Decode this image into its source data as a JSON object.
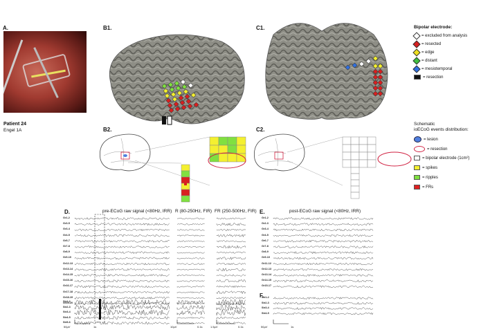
{
  "panels": {
    "A": "A.",
    "B1": "B1.",
    "C1": "C1.",
    "B2": "B2.",
    "C2": "C2.",
    "D": "D.",
    "E": "E.",
    "F": "F."
  },
  "patient": {
    "name": "Patient 24",
    "outcome": "Engel 1A"
  },
  "legend_bipolar": {
    "title": "Bipolar electrode:",
    "items": [
      {
        "label": "= excluded from analysis",
        "color": "#ffffff"
      },
      {
        "label": "= resected",
        "color": "#d82020"
      },
      {
        "label": "= edge",
        "color": "#f0e020"
      },
      {
        "label": "= distant",
        "color": "#40c040"
      },
      {
        "label": "= mesiotemporal",
        "color": "#3070e0"
      },
      {
        "label": "= resection",
        "color": "#111111"
      }
    ]
  },
  "legend_schematic": {
    "title1": "Schematic",
    "title2": "ioECoG events distribution:",
    "items": [
      {
        "label": "= lesion",
        "kind": "ellipse-blue"
      },
      {
        "label": "= resection",
        "kind": "ellipse-red"
      },
      {
        "label": "= bipolar electrode (1cm²)",
        "kind": "box-white"
      },
      {
        "label": "= spikes",
        "kind": "box",
        "color": "#f4f030"
      },
      {
        "label": "= ripples",
        "kind": "box",
        "color": "#80e040"
      },
      {
        "label": "= FRs",
        "kind": "box",
        "color": "#e02020"
      }
    ]
  },
  "traces": {
    "pre_title": "pre-ECoG raw signal (<80Hz, IRR)",
    "r_title": "R (80-250Hz, FIR)",
    "fr_title": "FR (250-500Hz, FIR)",
    "post_title": "post-ECoG raw signal (<80Hz, IRR)",
    "grid_channels_pre": [
      "Gr1-2",
      "Gr3-5",
      "Gr3-4",
      "Gr4-5",
      "Gr5-7",
      "Gr7-8",
      "Gr8-9",
      "Gr9-10",
      "Gr12-13",
      "Gr13-14",
      "Gr14-15",
      "Gr15-16",
      "Gr16-17",
      "Gr17-18",
      "Gr18-19",
      "Gr19-20"
    ],
    "strip_channels_pre": [
      "Str1-2",
      "Str2-3",
      "Str3-4",
      "Str4-5",
      "Str5-6"
    ],
    "grid_channels_post": [
      "Gr1-2",
      "Gr2-3",
      "Gr3-4",
      "Gr4-5",
      "Gr6-7",
      "Gr7-8",
      "Gr8-9",
      "Gr9-10",
      "Gr11-12",
      "Gr12-13",
      "Gr13-14",
      "Gr14-15",
      "Gr15-17"
    ],
    "strip_channels_post": [
      "Str1-2",
      "Str2-3",
      "Str3-4",
      "Str4-5"
    ],
    "scale_pre": "50µV",
    "scale_pre_time": "1s",
    "scale_r": "10µV",
    "scale_r_time": "0.1s",
    "scale_fr": "1.5µV",
    "scale_fr_time": "0.1s",
    "scale_post": "50µV",
    "scale_post_time": "1s"
  },
  "colors": {
    "red": "#d82020",
    "yellow": "#f4f030",
    "green": "#80e040",
    "blue": "#3070e0",
    "brain": "#8a8a80"
  }
}
